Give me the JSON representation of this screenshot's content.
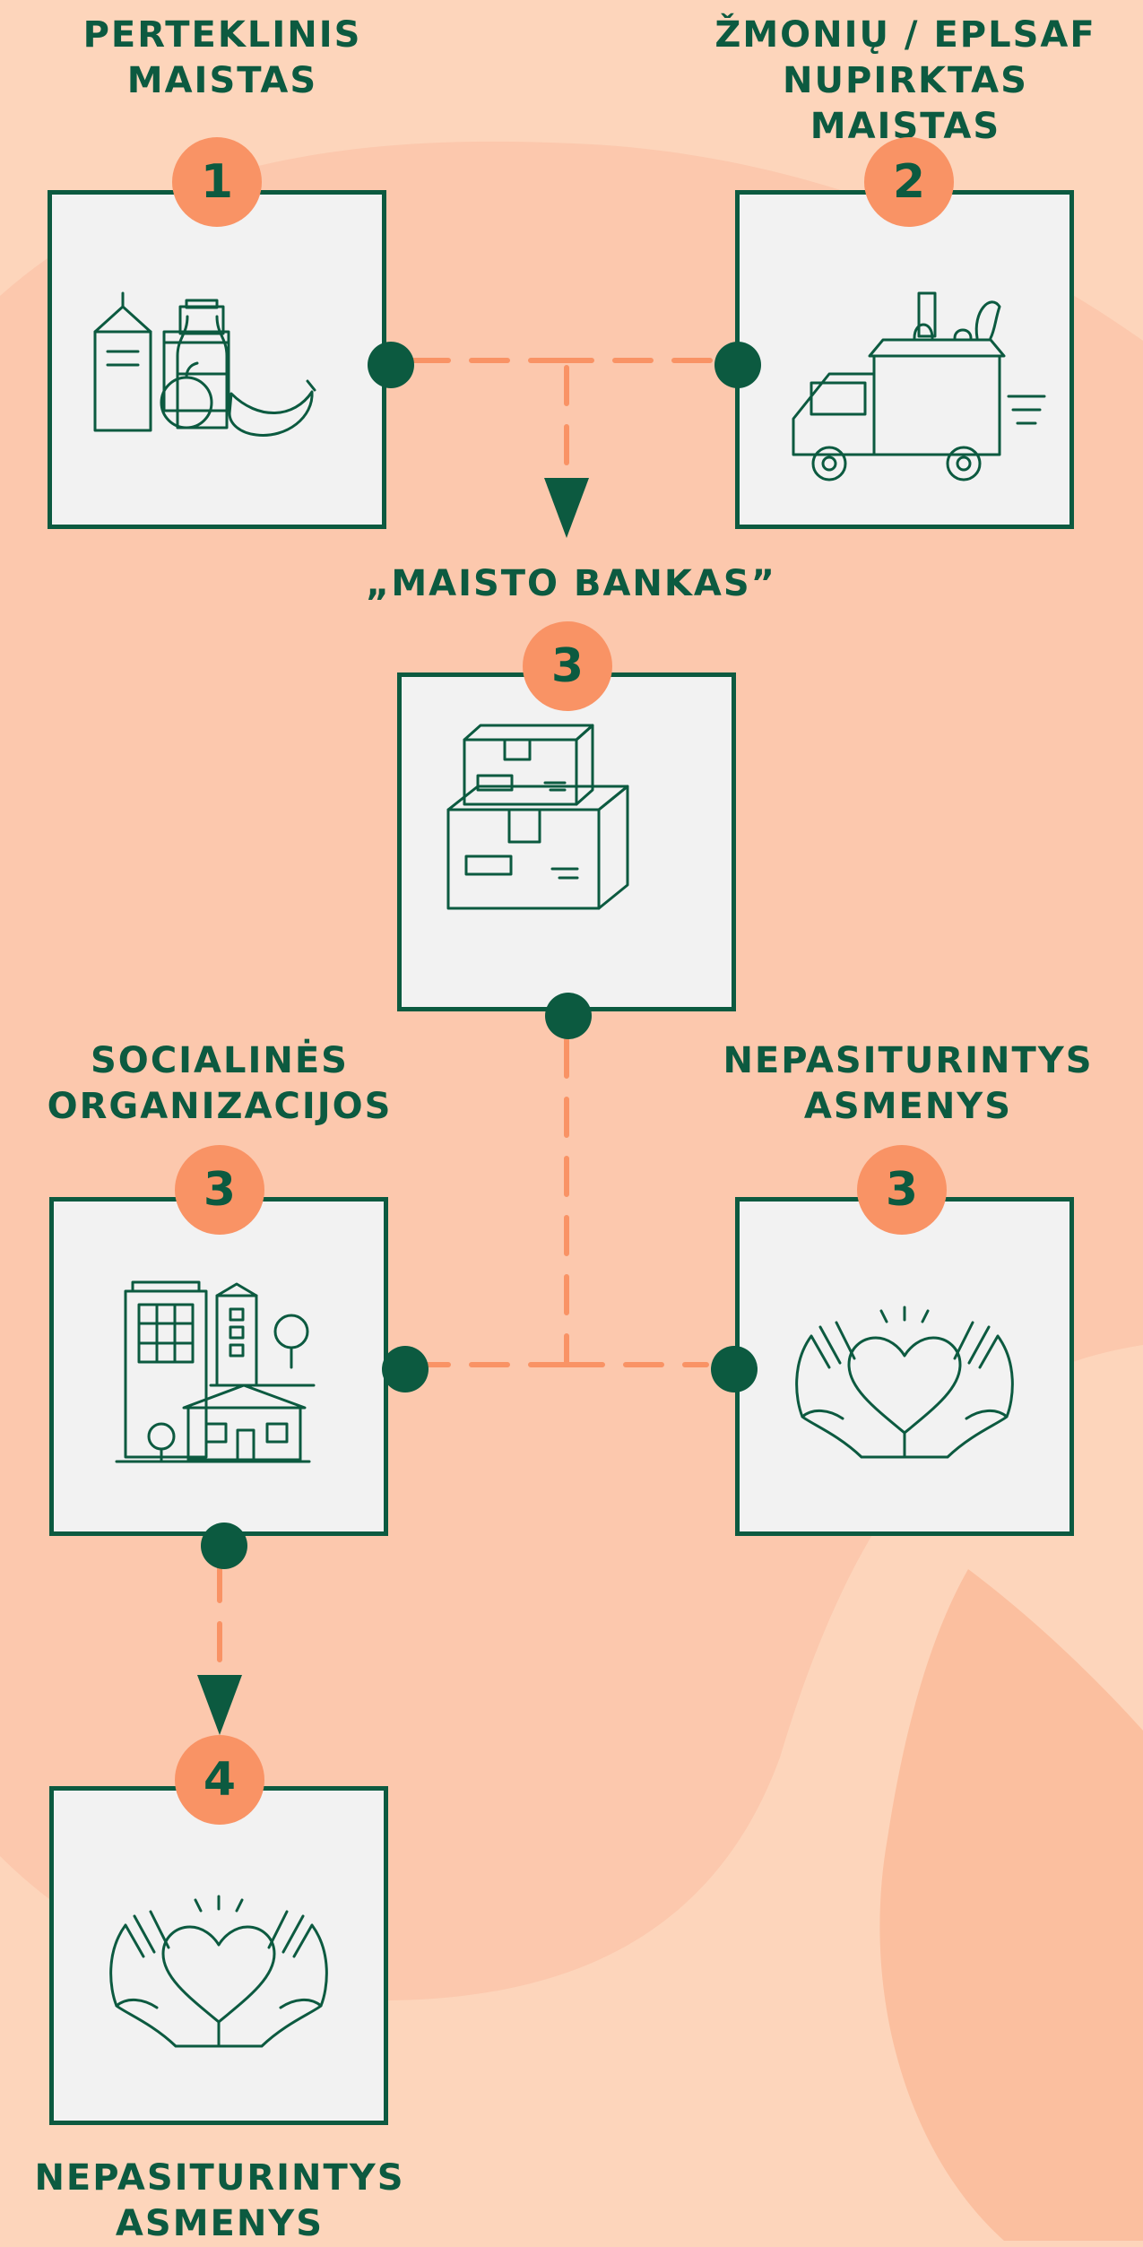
{
  "nodes": [
    {
      "id": "surplus-food",
      "label": "PERTEKLINIS\nMAISTAS",
      "number": "1",
      "icon": "groceries-icon"
    },
    {
      "id": "purchased-food",
      "label": "ŽMONIŲ / EPLSAF\nNUPIRKTAS MAISTAS",
      "number": "2",
      "icon": "delivery-truck-icon"
    },
    {
      "id": "food-bank",
      "label": "„MAISTO BANKAS”",
      "number": "3",
      "icon": "boxes-icon"
    },
    {
      "id": "social-orgs",
      "label": "SOCIALINĖS\nORGANIZACIJOS",
      "number": "3",
      "icon": "buildings-icon"
    },
    {
      "id": "needy-direct",
      "label": "NEPASITURINTYS\nASMENYS",
      "number": "3",
      "icon": "hands-heart-icon"
    },
    {
      "id": "needy-final",
      "label": "NEPASITURINTYS\nASMENYS",
      "number": "4",
      "icon": "hands-heart-icon"
    }
  ],
  "edges": [
    {
      "from": "surplus-food",
      "to": "food-bank"
    },
    {
      "from": "purchased-food",
      "to": "food-bank"
    },
    {
      "from": "food-bank",
      "to": "social-orgs"
    },
    {
      "from": "food-bank",
      "to": "needy-direct"
    },
    {
      "from": "social-orgs",
      "to": "needy-final"
    }
  ],
  "colors": {
    "background": "#fdd5bb",
    "accent": "#f99365",
    "primary": "#0c5a40",
    "box": "#f2f2f2"
  }
}
